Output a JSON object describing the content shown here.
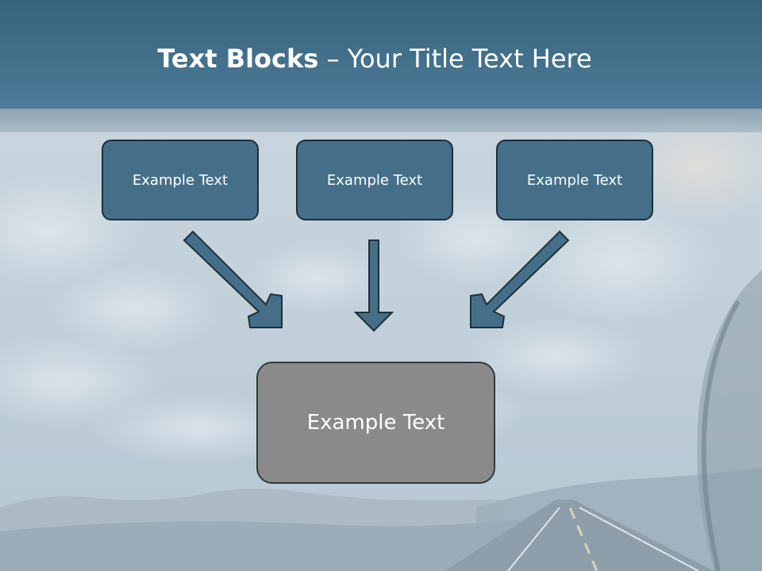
{
  "slide": {
    "title_bold": "Text Blocks",
    "title_rest": " – Your Title Text Here"
  },
  "diagram": {
    "nodes": [
      {
        "id": "left",
        "label": "Example Text"
      },
      {
        "id": "center",
        "label": "Example Text"
      },
      {
        "id": "right",
        "label": "Example Text"
      },
      {
        "id": "main",
        "label": "Example Text"
      }
    ],
    "edges": [
      {
        "from": "left",
        "to": "main"
      },
      {
        "from": "center",
        "to": "main"
      },
      {
        "from": "right",
        "to": "main"
      }
    ]
  },
  "colors": {
    "title_band": "#3f6c88",
    "box_fill": "#456f88",
    "main_box_fill": "#8a8a8a",
    "arrow_fill": "#456f88"
  }
}
